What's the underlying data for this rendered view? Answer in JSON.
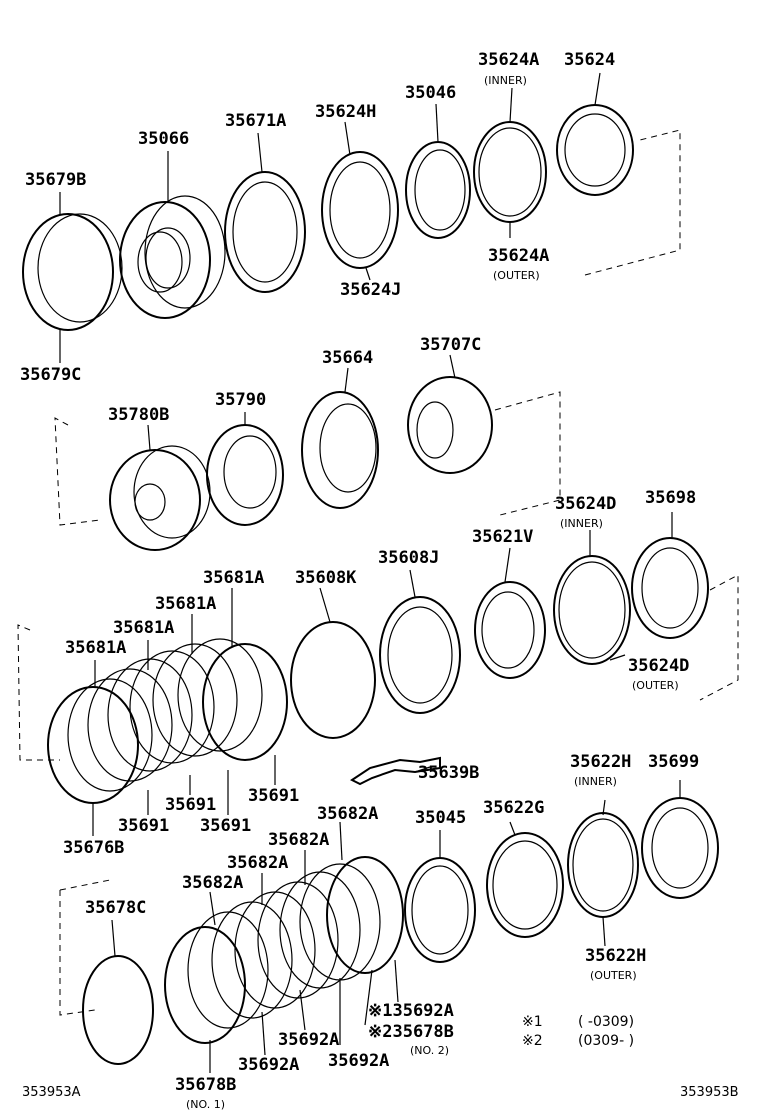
{
  "diagram": {
    "id_left": "353953A",
    "id_right": "353953B",
    "notes": [
      {
        "mark": "※1",
        "text": "(      -0309)"
      },
      {
        "mark": "※2",
        "text": "(0309-      )"
      }
    ]
  },
  "labels": {
    "p35624A_top": "35624A",
    "p35624A_inner": "(INNER)",
    "p35624": "35624",
    "p35046": "35046",
    "p35624H": "35624H",
    "p35671A": "35671A",
    "p35066": "35066",
    "p35679B": "35679B",
    "p35624A_outer_num": "35624A",
    "p35624A_outer": "(OUTER)",
    "p35624J": "35624J",
    "p35679C": "35679C",
    "p35664": "35664",
    "p35707C": "35707C",
    "p35780B": "35780B",
    "p35790": "35790",
    "p35624D_top": "35624D",
    "p35624D_inner": "(INNER)",
    "p35698": "35698",
    "p35681A_1": "35681A",
    "p35608K": "35608K",
    "p35608J": "35608J",
    "p35621V": "35621V",
    "p35681A_2": "35681A",
    "p35681A_3": "35681A",
    "p35681A_4": "35681A",
    "p35624D_bot": "35624D",
    "p35624D_outer": "(OUTER)",
    "p35639B": "35639B",
    "p35691_a": "35691",
    "p35691_b": "35691",
    "p35691_c": "35691",
    "p35691_d": "35691",
    "p35676B": "35676B",
    "p35682A_1": "35682A",
    "p35045": "35045",
    "p35622G": "35622G",
    "p35622H_top": "35622H",
    "p35622H_inner": "(INNER)",
    "p35699": "35699",
    "p35682A_2": "35682A",
    "p35682A_3": "35682A",
    "p35682A_4": "35682A",
    "p35678C": "35678C",
    "p35622H_bot": "35622H",
    "p35622H_outer": "(OUTER)",
    "p35692A_m1": "※135692A",
    "p35678B_m2": "※235678B",
    "p35678B_no2": "(NO. 2)",
    "p35692A_1": "35692A",
    "p35692A_2": "35692A",
    "p35692A_3": "35692A",
    "p35678B": "35678B",
    "p35678B_no1": "(NO. 1)"
  }
}
